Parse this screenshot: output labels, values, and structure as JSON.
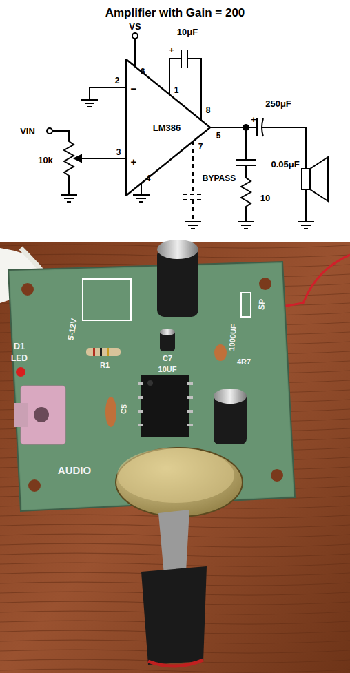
{
  "diagram": {
    "title": "Amplifier with Gain = 200",
    "nodes": [
      {
        "text": [
          "LM386"
        ]
      }
    ],
    "labels": [
      "VS",
      "6",
      "10μF",
      "+",
      "2",
      "−",
      "1",
      "8",
      "5",
      "VIN",
      "10k",
      "3",
      "+",
      "4",
      "7",
      "BYPASS",
      "250μF",
      "+",
      "0.05μF",
      "10",
      "5-12V",
      "D1",
      "LED",
      "R1",
      "C7",
      "10UF",
      "1000UF",
      "SP",
      "4R7",
      "C5",
      "AUDIO"
    ]
  }
}
